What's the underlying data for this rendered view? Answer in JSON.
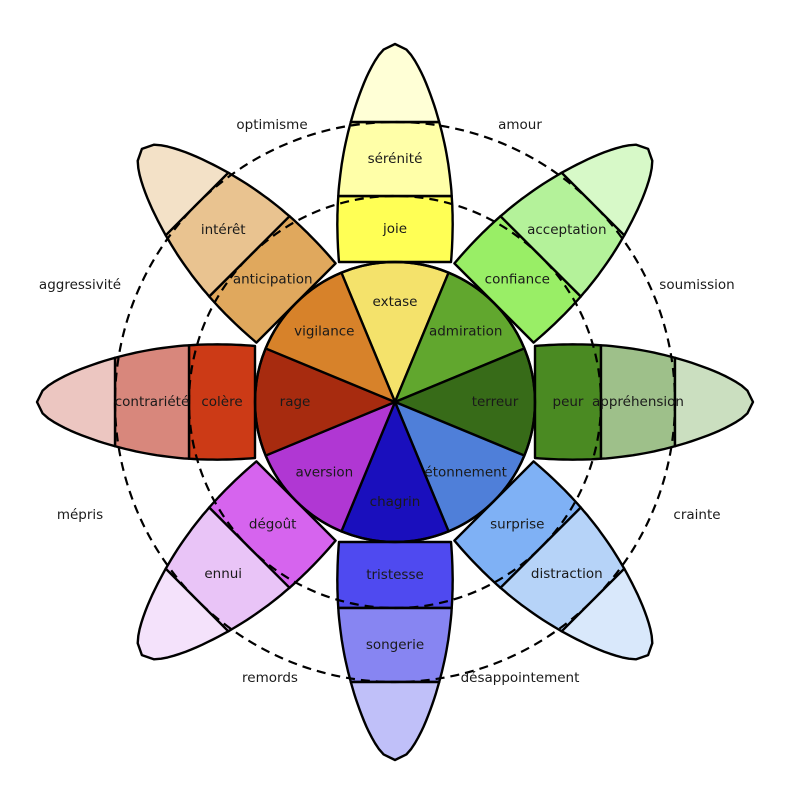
{
  "diagram": {
    "title": "Roue des émotions de Plutchik",
    "petals": [
      {
        "name": "joie",
        "angle_deg": 0,
        "colors": [
          "#f4e26b",
          "#ffff55",
          "#ffffa8",
          "#ffffd6"
        ],
        "labels": [
          "extase",
          "joie",
          "sérénité",
          ""
        ]
      },
      {
        "name": "confiance",
        "angle_deg": 45,
        "colors": [
          "#61a72e",
          "#99ee66",
          "#b4f29a",
          "#d7f9c8"
        ],
        "labels": [
          "admiration",
          "confiance",
          "acceptation",
          ""
        ]
      },
      {
        "name": "peur",
        "angle_deg": 90,
        "colors": [
          "#376b18",
          "#4a8a22",
          "#9ec08a",
          "#cbdfc0"
        ],
        "labels": [
          "terreur",
          "peur",
          "appréhension",
          ""
        ]
      },
      {
        "name": "surprise",
        "angle_deg": 135,
        "colors": [
          "#4f7fd9",
          "#7fb1f5",
          "#b6d3f8",
          "#d9e8fb"
        ],
        "labels": [
          "étonnement",
          "surprise",
          "distraction",
          ""
        ]
      },
      {
        "name": "tristesse",
        "angle_deg": 180,
        "colors": [
          "#1a0fbd",
          "#4f4af0",
          "#8785f2",
          "#c0c0f9"
        ],
        "labels": [
          "chagrin",
          "tristesse",
          "songerie",
          ""
        ]
      },
      {
        "name": "dégoût",
        "angle_deg": 225,
        "colors": [
          "#b037d3",
          "#d664ee",
          "#e9c4f7",
          "#f4e2fb"
        ],
        "labels": [
          "aversion",
          "dégoût",
          "ennui",
          ""
        ]
      },
      {
        "name": "colère",
        "angle_deg": 270,
        "colors": [
          "#a72b0f",
          "#cc3a16",
          "#d8877c",
          "#ecc6c1"
        ],
        "labels": [
          "rage",
          "colère",
          "contrariété",
          ""
        ]
      },
      {
        "name": "anticipation",
        "angle_deg": 315,
        "colors": [
          "#d7822a",
          "#e0a85d",
          "#e9c390",
          "#f3e1c7"
        ],
        "labels": [
          "vigilance",
          "anticipation",
          "intérêt",
          ""
        ]
      }
    ],
    "dyads": [
      {
        "text": "amour",
        "position": "top-right-upper"
      },
      {
        "text": "soumission",
        "position": "right-upper"
      },
      {
        "text": "crainte",
        "position": "right-lower"
      },
      {
        "text": "désappointement",
        "position": "bottom-right-lower"
      },
      {
        "text": "remords",
        "position": "bottom-left-lower"
      },
      {
        "text": "mépris",
        "position": "left-lower"
      },
      {
        "text": "aggressivité",
        "position": "left-upper"
      },
      {
        "text": "optimisme",
        "position": "top-left-upper"
      }
    ]
  }
}
